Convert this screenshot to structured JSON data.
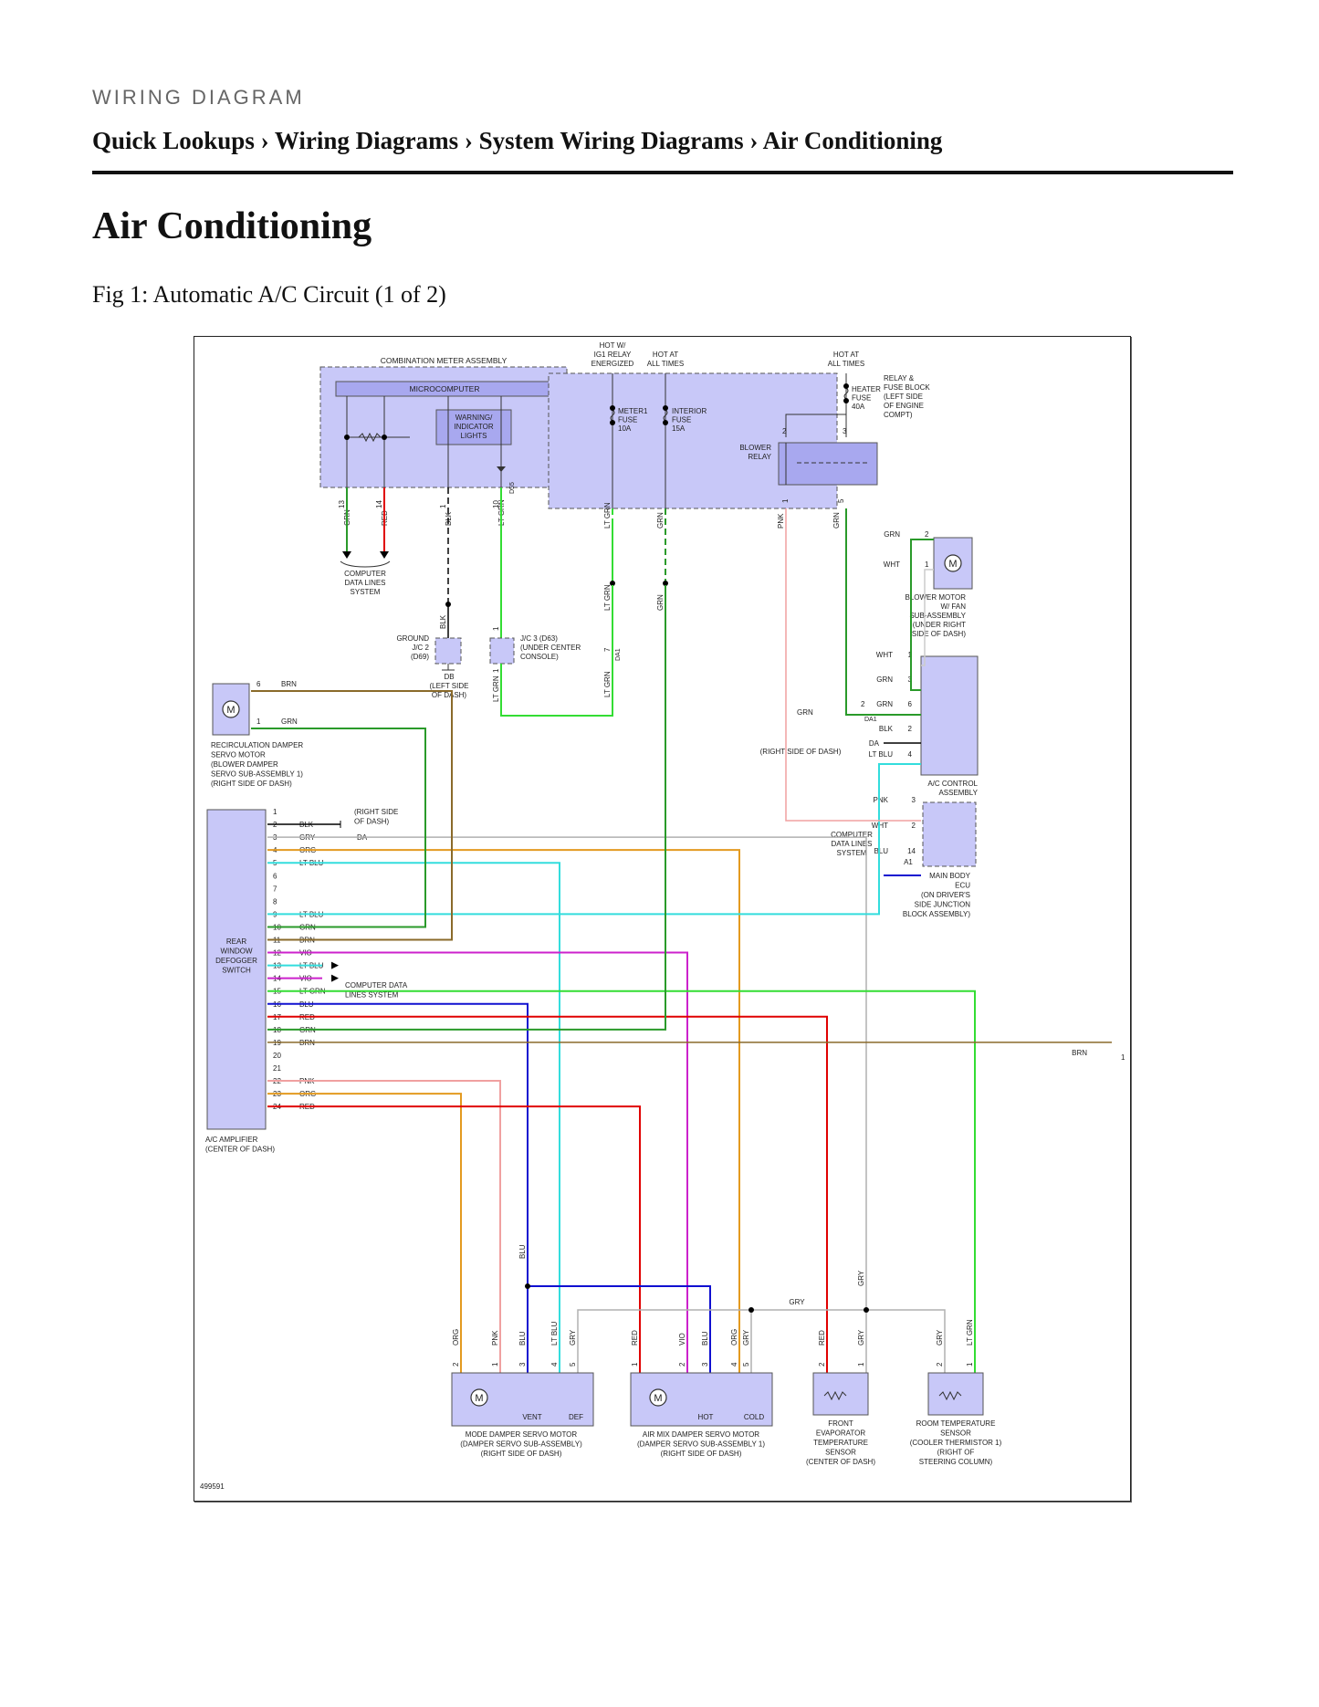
{
  "header": {
    "kicker": "WIRING DIAGRAM",
    "breadcrumb": [
      "Quick Lookups",
      "Wiring Diagrams",
      "System Wiring Diagrams",
      "Air Conditioning"
    ],
    "separator": "›"
  },
  "page_title": "Air Conditioning",
  "figure": {
    "caption": "Fig 1: Automatic A/C Circuit (1 of 2)",
    "ref_id": "499591",
    "colors": {
      "box_fill": "#c8c8f8",
      "inner_fill": "#a8a8ef",
      "RED": "#e00000",
      "GRN": "#2a9a2a",
      "LT GRN": "#33dd33",
      "LT BLU": "#33dddd",
      "BLU": "#1010d0",
      "VIO": "#cc22cc",
      "ORG": "#e39a20",
      "PNK": "#f0a0a0",
      "GRY": "#b0b0b0",
      "BRN": "#8a6a2a",
      "BLK": "#000000",
      "WHT": "#cccccc"
    },
    "labels": {
      "combination_meter": "COMBINATION METER ASSEMBLY",
      "microcomputer": "MICROCOMPUTER",
      "warning_lights": [
        "WARNING/",
        "INDICATOR",
        "LIGHTS"
      ],
      "hot_ig1": [
        "HOT W/",
        "IG1 RELAY",
        "ENERGIZED"
      ],
      "hot_all1": [
        "HOT AT",
        "ALL TIMES"
      ],
      "hot_all2": [
        "HOT AT",
        "ALL TIMES"
      ],
      "relay_block": [
        "RELAY &",
        "FUSE BLOCK",
        "(LEFT SIDE",
        "OF ENGINE",
        "COMPT)"
      ],
      "heater_fuse": [
        "HEATER",
        "FUSE",
        "40A"
      ],
      "meter_fuse": [
        "METER1",
        "FUSE",
        "10A"
      ],
      "interior_fuse": [
        "INTERIOR",
        "FUSE",
        "15A"
      ],
      "blower_relay": [
        "BLOWER",
        "RELAY"
      ],
      "computer_data_1": [
        "COMPUTER",
        "DATA LINES",
        "SYSTEM"
      ],
      "ground_jc2": [
        "GROUND",
        "J/C 2",
        "(D69)"
      ],
      "db_label": [
        "DB",
        "(LEFT SIDE",
        "OF DASH)"
      ],
      "jc3": [
        "J/C 3 (D63)",
        "(UNDER CENTER",
        "CONSOLE)"
      ],
      "da1": "DA1",
      "d55": "D55",
      "blower_motor": [
        "BLOWER MOTOR",
        "W/ FAN",
        "SUB-ASSEMBLY",
        "(UNDER RIGHT",
        "SIDE OF DASH)"
      ],
      "recirc_motor": [
        "RECIRCULATION DAMPER",
        "SERVO MOTOR",
        "(BLOWER DAMPER",
        "SERVO SUB-ASSEMBLY 1)",
        "(RIGHT SIDE OF DASH)"
      ],
      "ac_control": [
        "A/C CONTROL",
        "ASSEMBLY"
      ],
      "da_ground": "DA",
      "da_right": "(RIGHT SIDE OF DASH)",
      "computer_data_2": [
        "COMPUTER",
        "DATA LINES",
        "SYSTEM"
      ],
      "main_body_ecu": [
        "MAIN BODY",
        "ECU",
        "(ON DRIVER'S",
        "SIDE JUNCTION",
        "BLOCK ASSEMBLY)"
      ],
      "a1": "A1",
      "rear_defogger": [
        "REAR",
        "WINDOW",
        "DEFOGGER",
        "SWITCH"
      ],
      "right_side_dash": [
        "(RIGHT SIDE",
        "OF DASH)"
      ],
      "computer_data_3": [
        "COMPUTER DATA",
        "LINES SYSTEM"
      ],
      "ac_amplifier": [
        "A/C AMPLIFIER",
        "(CENTER OF DASH)"
      ],
      "mode_damper": [
        "MODE DAMPER SERVO MOTOR",
        "(DAMPER SERVO SUB-ASSEMBLY)",
        "(RIGHT SIDE OF DASH)"
      ],
      "air_mix": [
        "AIR MIX DAMPER SERVO MOTOR",
        "(DAMPER SERVO SUB-ASSEMBLY 1)",
        "(RIGHT SIDE OF DASH)"
      ],
      "front_evap": [
        "FRONT",
        "EVAPORATOR",
        "TEMPERATURE",
        "SENSOR",
        "(CENTER OF DASH)"
      ],
      "room_temp": [
        "ROOM TEMPERATURE",
        "SENSOR",
        "(COOLER THERMISTOR 1)",
        "(RIGHT OF",
        "STEERING COLUMN)"
      ],
      "vent": "VENT",
      "def": "DEF",
      "hot": "HOT",
      "cold": "COLD",
      "motor": "M"
    },
    "amplifier_pins": [
      {
        "pin": "1",
        "wire": ""
      },
      {
        "pin": "2",
        "wire": "BLK"
      },
      {
        "pin": "3",
        "wire": "GRY"
      },
      {
        "pin": "4",
        "wire": "ORG"
      },
      {
        "pin": "5",
        "wire": "LT BLU"
      },
      {
        "pin": "6",
        "wire": ""
      },
      {
        "pin": "7",
        "wire": ""
      },
      {
        "pin": "8",
        "wire": ""
      },
      {
        "pin": "9",
        "wire": "LT BLU"
      },
      {
        "pin": "10",
        "wire": "GRN"
      },
      {
        "pin": "11",
        "wire": "BRN"
      },
      {
        "pin": "12",
        "wire": "VIO"
      },
      {
        "pin": "13",
        "wire": "LT BLU"
      },
      {
        "pin": "14",
        "wire": "VIO"
      },
      {
        "pin": "15",
        "wire": "LT GRN"
      },
      {
        "pin": "16",
        "wire": "BLU"
      },
      {
        "pin": "17",
        "wire": "RED"
      },
      {
        "pin": "18",
        "wire": "GRN"
      },
      {
        "pin": "19",
        "wire": "BRN"
      },
      {
        "pin": "20",
        "wire": ""
      },
      {
        "pin": "21",
        "wire": ""
      },
      {
        "pin": "22",
        "wire": "PNK"
      },
      {
        "pin": "23",
        "wire": "ORG"
      },
      {
        "pin": "24",
        "wire": "RED"
      }
    ],
    "ac_control_pins": [
      {
        "pin": "1",
        "wire": "WHT"
      },
      {
        "pin": "3",
        "wire": "GRN"
      },
      {
        "pin": "6",
        "wire": "GRN"
      },
      {
        "pin": "2",
        "wire": "BLK"
      },
      {
        "pin": "4",
        "wire": "LT BLU"
      }
    ],
    "ecu_pins": [
      {
        "pin": "3",
        "wire": "PNK"
      },
      {
        "pin": "2",
        "wire": "WHT"
      },
      {
        "pin": "14",
        "wire": "BLU"
      }
    ],
    "blower_pins": [
      {
        "pin": "2",
        "wire": "GRN"
      },
      {
        "pin": "1",
        "wire": "WHT"
      }
    ],
    "recirc_pins": [
      {
        "pin": "6",
        "wire": "BRN"
      },
      {
        "pin": "1",
        "wire": "GRN"
      }
    ],
    "meter_pins": [
      {
        "pin": "13",
        "wire": "GRN"
      },
      {
        "pin": "14",
        "wire": "RED"
      },
      {
        "pin": "1",
        "wire": "BLK"
      },
      {
        "pin": "10",
        "wire": "LT GRN"
      }
    ],
    "fuse_pins": [
      {
        "pin": "",
        "wire": "LT GRN"
      },
      {
        "pin": "",
        "wire": "GRN"
      },
      {
        "pin": "1",
        "wire": "PNK"
      },
      {
        "pin": "5",
        "wire": "GRN"
      }
    ],
    "relay_pins": [
      "2",
      "3"
    ],
    "jc_pins": [
      {
        "pin": "",
        "wire": "BLK"
      },
      {
        "pin": "1",
        "wire": ""
      },
      {
        "pin": "1",
        "wire": "LT GRN"
      },
      {
        "pin": "",
        "wire": "LT GRN"
      },
      {
        "pin": "",
        "wire": "GRN"
      },
      {
        "pin": "7",
        "wire": "LT GRN"
      }
    ],
    "mode_pins": [
      {
        "pin": "2",
        "wire": "ORG"
      },
      {
        "pin": "1",
        "wire": "PNK"
      },
      {
        "pin": "3",
        "wire": "BLU"
      },
      {
        "pin": "4",
        "wire": "LT BLU"
      },
      {
        "pin": "5",
        "wire": "GRY"
      }
    ],
    "airmix_pins": [
      {
        "pin": "1",
        "wire": "RED"
      },
      {
        "pin": "2",
        "wire": "VIO"
      },
      {
        "pin": "3",
        "wire": "BLU"
      },
      {
        "pin": "4",
        "wire": "ORG"
      },
      {
        "pin": "5",
        "wire": "GRY"
      }
    ],
    "evap_pins": [
      {
        "pin": "2",
        "wire": "RED"
      },
      {
        "pin": "1",
        "wire": "GRY"
      }
    ],
    "room_pins": [
      {
        "pin": "2",
        "wire": "GRY"
      },
      {
        "pin": "1",
        "wire": "LT GRN"
      }
    ],
    "bus_labels": {
      "blu": "BLU",
      "gry_h": "GRY",
      "gry_v": "GRY",
      "brn_right": "BRN",
      "brn_pin": "1",
      "grn_da1": "GRN",
      "grn_da1_pin": "2",
      "da1b": "DA1"
    }
  }
}
